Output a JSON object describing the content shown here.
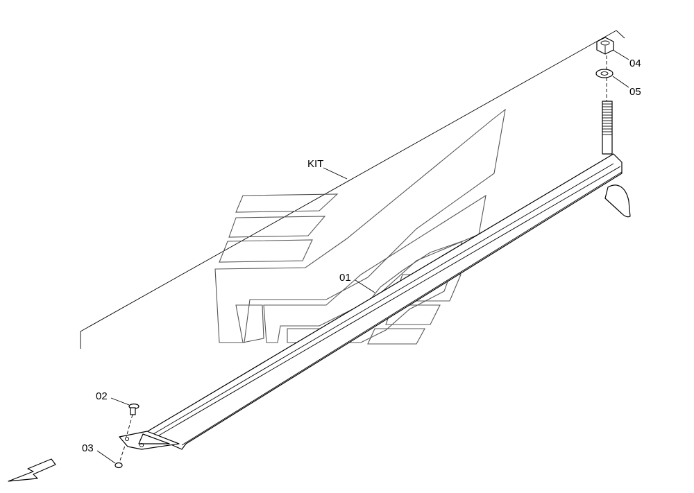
{
  "callouts": {
    "kit": "KIT",
    "p01": "01",
    "p02": "02",
    "p03": "03",
    "p04": "04",
    "p05": "05"
  },
  "icons": {
    "watermark": "manufacturer-logo-watermark",
    "direction": "travel-direction-arrow-icon"
  },
  "colors": {
    "line": "#000000",
    "watermark": "#555555",
    "background": "#ffffff"
  }
}
